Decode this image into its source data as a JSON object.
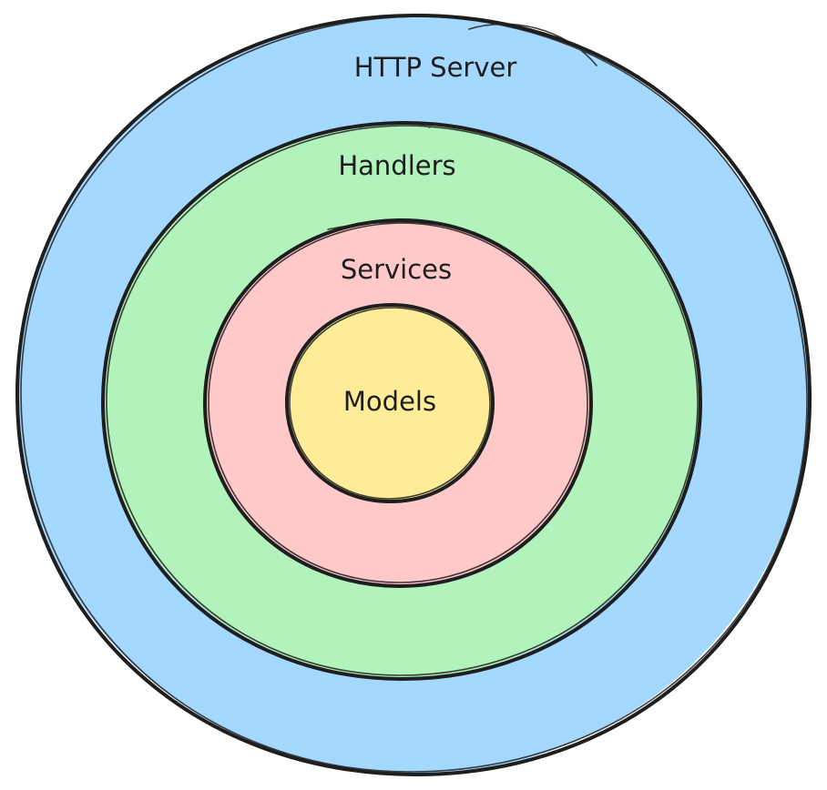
{
  "diagram": {
    "layers": [
      {
        "label": "HTTP Server",
        "color": "#a5d8ff"
      },
      {
        "label": "Handlers",
        "color": "#b2f2bb"
      },
      {
        "label": "Services",
        "color": "#ffc9c9"
      },
      {
        "label": "Models",
        "color": "#ffec99"
      }
    ],
    "stroke_color": "#1e1e1e"
  }
}
